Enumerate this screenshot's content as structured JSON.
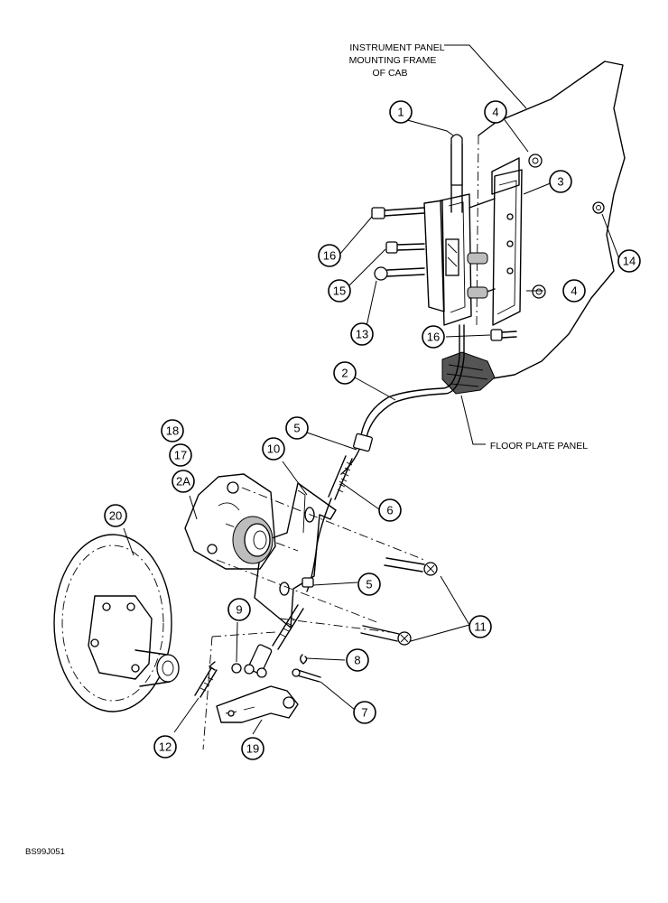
{
  "labels": {
    "panel_frame": [
      "INSTRUMENT PANEL",
      "MOUNTING FRAME",
      "OF CAB"
    ],
    "floor_plate": "FLOOR PLATE PANEL",
    "figure_code": "BS99J051"
  },
  "callouts": {
    "c1": "1",
    "c2": "2",
    "c2a": "2A",
    "c3": "3",
    "c4a": "4",
    "c4b": "4",
    "c5a": "5",
    "c5b": "5",
    "c6": "6",
    "c7": "7",
    "c8": "8",
    "c9": "9",
    "c10": "10",
    "c11": "11",
    "c12": "12",
    "c13": "13",
    "c14": "14",
    "c15": "15",
    "c16a": "16",
    "c16b": "16",
    "c17": "17",
    "c18": "18",
    "c19": "19",
    "c20": "20"
  }
}
